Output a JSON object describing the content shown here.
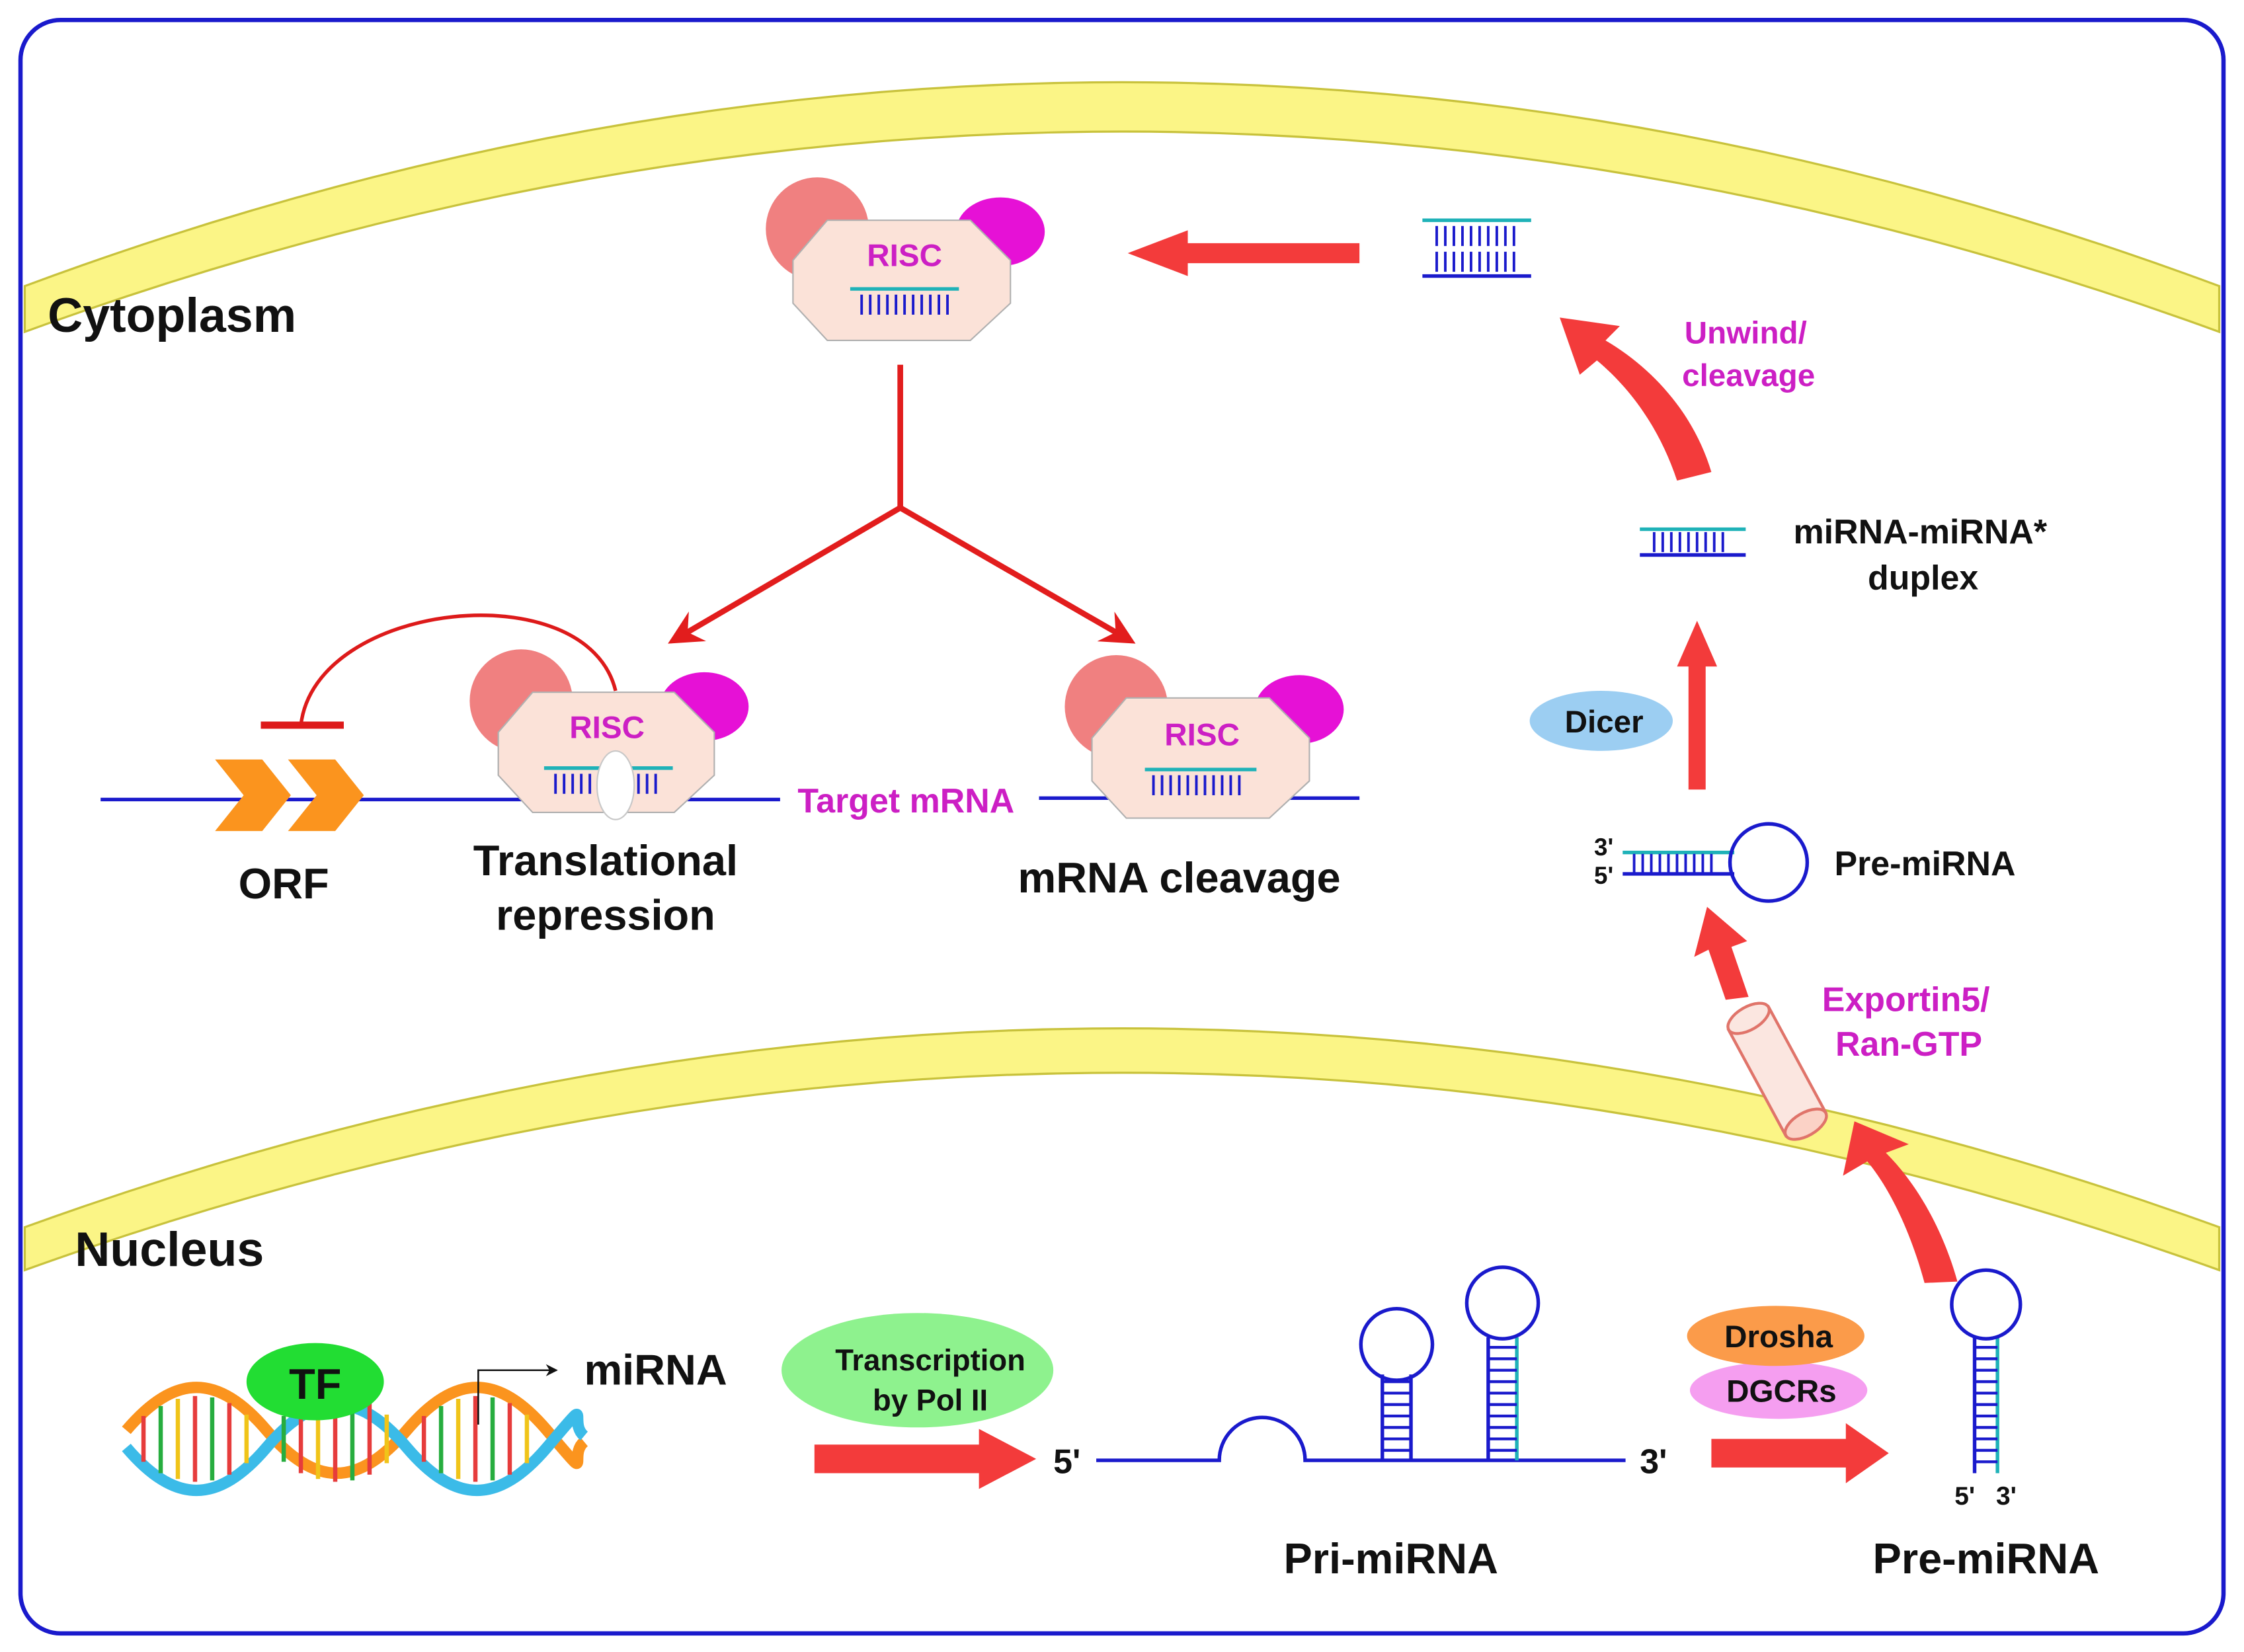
{
  "regions": {
    "cytoplasm": "Cytoplasm",
    "nucleus": "Nucleus"
  },
  "nucleus": {
    "tf": "TF",
    "mirna_gene": "miRNA",
    "transcription": [
      "Transcription",
      "by Pol II"
    ],
    "pri_five": "5'",
    "pri_three": "3'",
    "pri_mirna": "Pri-miRNA",
    "drosha": "Drosha",
    "dgcrs": "DGCRs",
    "pre_five": "5'",
    "pre_three": "3'",
    "pre_mirna": "Pre-miRNA"
  },
  "export": {
    "label": [
      "Exportin5/",
      "Ran-GTP"
    ]
  },
  "cytoplasm": {
    "pre_three": "3'",
    "pre_five": "5'",
    "pre_mirna": "Pre-miRNA",
    "dicer": "Dicer",
    "duplex": [
      "miRNA-miRNA*",
      "duplex"
    ],
    "unwind": [
      "Unwind/",
      "cleavage"
    ],
    "risc_top": "RISC",
    "risc_left": "RISC",
    "risc_right": "RISC",
    "target_mrna": "Target mRNA",
    "orf": "ORF",
    "translational": [
      "Translational",
      "repression"
    ],
    "cleavage": "mRNA cleavage"
  },
  "colors": {
    "frame": "#1a1acc",
    "membrane": "#fbf586",
    "membrane_edge": "#c8c23c",
    "arrow": "#f33b3b",
    "strand_blue": "#1a1acc",
    "strand_teal": "#1fb2b8",
    "label_magenta": "#cc1fc4",
    "risc_body": "#fbe2d8",
    "risc_pink": "#f08080",
    "risc_magenta": "#e611d6",
    "tf_green": "#22dd33",
    "transcription_green": "#8ef28e",
    "drosha_orange": "#fb9b4a",
    "dgcrs_pink": "#f59ef0",
    "dicer_blue": "#9ccef2",
    "orf_orange": "#fb941e",
    "inhibit_red": "#dd1a1a"
  }
}
